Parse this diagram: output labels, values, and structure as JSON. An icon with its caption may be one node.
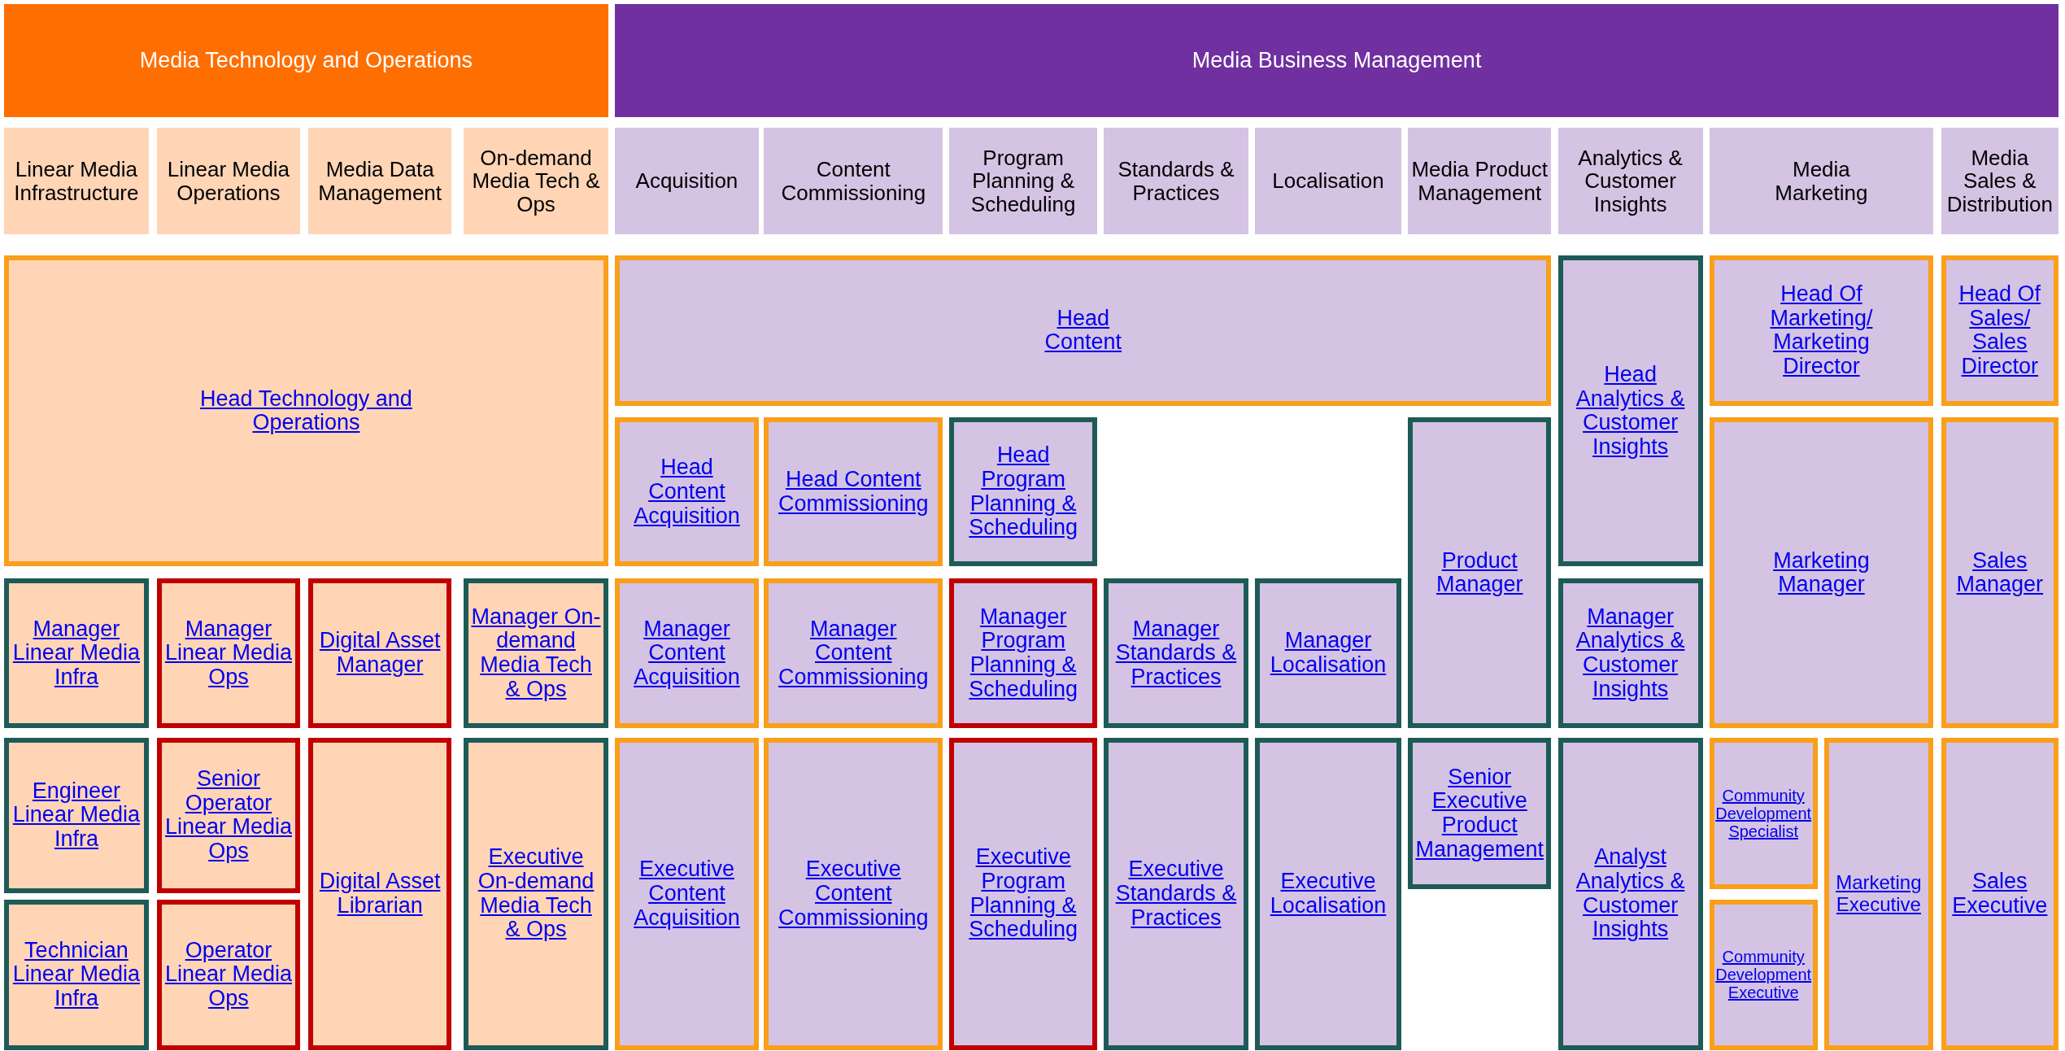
{
  "diagram": {
    "nodes": [
      {
        "text": [
          "Media Technology and Operations"
        ]
      },
      {
        "text": [
          "Media Business Management"
        ]
      },
      {
        "text": [
          "Linear Media Infrastructure"
        ]
      },
      {
        "text": [
          "Linear Media Operations"
        ]
      },
      {
        "text": [
          "Media Data Management"
        ]
      },
      {
        "text": [
          "On-demand Media Tech & Ops"
        ]
      },
      {
        "text": [
          "Acquisition"
        ]
      },
      {
        "text": [
          "Content Commissioning"
        ]
      },
      {
        "text": [
          "Program Planning & Scheduling"
        ]
      },
      {
        "text": [
          "Standards & Practices"
        ]
      },
      {
        "text": [
          "Localisation"
        ]
      },
      {
        "text": [
          "Media Product Management"
        ]
      },
      {
        "text": [
          "Analytics & Customer Insights"
        ]
      },
      {
        "text": [
          "Media Marketing"
        ]
      },
      {
        "text": [
          "Media Sales & Distribution"
        ]
      },
      {
        "text": [
          "Head Technology and Operations"
        ]
      },
      {
        "text": [
          "Head Content"
        ]
      },
      {
        "text": [
          "Head Analytics & Customer Insights"
        ]
      },
      {
        "text": [
          "Head Of Marketing/ Marketing Director"
        ]
      },
      {
        "text": [
          "Head Of Sales/ Sales Director"
        ]
      },
      {
        "text": [
          "Head Content Acquisition"
        ]
      },
      {
        "text": [
          "Head Content Commissioning"
        ]
      },
      {
        "text": [
          "Head Program Planning & Scheduling"
        ]
      },
      {
        "text": [
          "Product Manager"
        ]
      },
      {
        "text": [
          "Marketing Manager"
        ]
      },
      {
        "text": [
          "Sales Manager"
        ]
      },
      {
        "text": [
          "Manager Linear Media Infra"
        ]
      },
      {
        "text": [
          "Manager Linear Media Ops"
        ]
      },
      {
        "text": [
          "Digital Asset Manager"
        ]
      },
      {
        "text": [
          "Manager On-demand Media Tech & Ops"
        ]
      },
      {
        "text": [
          "Manager Content Acquisition"
        ]
      },
      {
        "text": [
          "Manager Content Commissioning"
        ]
      },
      {
        "text": [
          "Manager Program Planning & Scheduling"
        ]
      },
      {
        "text": [
          "Manager Standards & Practices"
        ]
      },
      {
        "text": [
          "Manager Localisation"
        ]
      },
      {
        "text": [
          "Manager Analytics & Customer Insights"
        ]
      },
      {
        "text": [
          "Engineer Linear Media Infra"
        ]
      },
      {
        "text": [
          "Senior Operator Linear Media Ops"
        ]
      },
      {
        "text": [
          "Digital Asset Librarian"
        ]
      },
      {
        "text": [
          "Executive On-demand Media Tech & Ops"
        ]
      },
      {
        "text": [
          "Executive Content Acquisition"
        ]
      },
      {
        "text": [
          "Executive Content Commissioning"
        ]
      },
      {
        "text": [
          "Executive Program Planning & Scheduling"
        ]
      },
      {
        "text": [
          "Executive Standards & Practices"
        ]
      },
      {
        "text": [
          "Executive Localisation"
        ]
      },
      {
        "text": [
          "Senior Executive Product Management"
        ]
      },
      {
        "text": [
          "Analyst Analytics & Customer Insights"
        ]
      },
      {
        "text": [
          "Community Development Specialist"
        ]
      },
      {
        "text": [
          "Marketing Executive"
        ]
      },
      {
        "text": [
          "Sales Executive"
        ]
      },
      {
        "text": [
          "Technician Linear Media Infra"
        ]
      },
      {
        "text": [
          "Operator Linear Media Ops"
        ]
      },
      {
        "text": [
          "Community Development Executive"
        ]
      }
    ]
  }
}
